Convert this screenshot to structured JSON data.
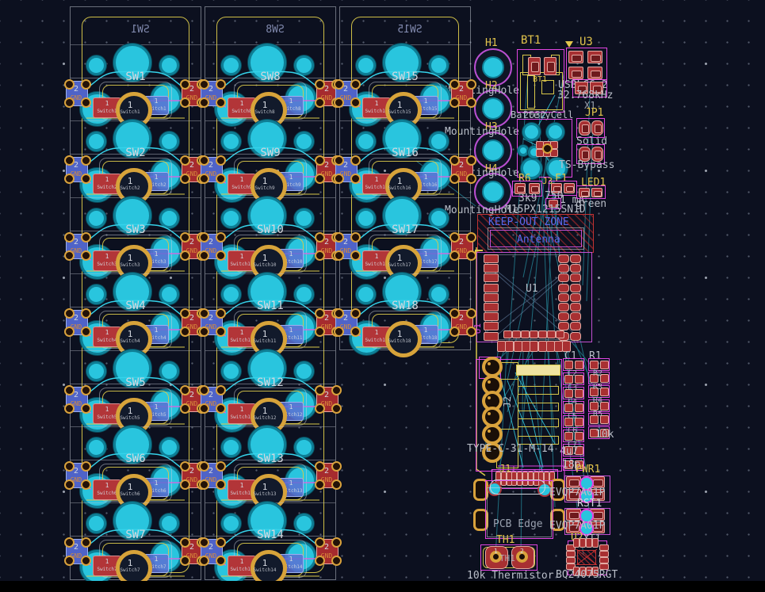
{
  "editor": {
    "background": "#0c101f",
    "grid_dot": "#525a6a",
    "accent_copper_front": "#b23538",
    "accent_copper_back": "#4f63c8",
    "silk_yellow": "#e3c54c",
    "magenta": "#e145e1",
    "cyan_pad": "#29c5de",
    "ratsnest": "#237b8d"
  },
  "switch_pad": {
    "number": "2",
    "net": "GND",
    "center_pin": "1"
  },
  "columns": [
    {
      "mirror_label": "SW1",
      "switches": [
        {
          "ref": "SW1",
          "num": "1",
          "value": "Switch1"
        },
        {
          "ref": "SW2",
          "num": "1",
          "value": "Switch2"
        },
        {
          "ref": "SW3",
          "num": "1",
          "value": "Switch3"
        },
        {
          "ref": "SW4",
          "num": "1",
          "value": "Switch4"
        },
        {
          "ref": "SW5",
          "num": "1",
          "value": "Switch5"
        },
        {
          "ref": "SW6",
          "num": "1",
          "value": "Switch6"
        },
        {
          "ref": "SW7",
          "num": "1",
          "value": "Switch7"
        }
      ]
    },
    {
      "mirror_label": "SW8",
      "switches": [
        {
          "ref": "SW8",
          "num": "1",
          "value": "Switch8"
        },
        {
          "ref": "SW9",
          "num": "1",
          "value": "Switch9"
        },
        {
          "ref": "SW10",
          "num": "1",
          "value": "Switch10"
        },
        {
          "ref": "SW11",
          "num": "1",
          "value": "Switch11"
        },
        {
          "ref": "SW12",
          "num": "1",
          "value": "Switch12"
        },
        {
          "ref": "SW13",
          "num": "1",
          "value": "Switch13"
        },
        {
          "ref": "SW14",
          "num": "1",
          "value": "Switch14"
        }
      ]
    },
    {
      "mirror_label": "SW15",
      "switches": [
        {
          "ref": "SW15",
          "num": "1",
          "value": "Switch15"
        },
        {
          "ref": "SW16",
          "num": "1",
          "value": "Switch16"
        },
        {
          "ref": "SW17",
          "num": "1",
          "value": "Switch17"
        },
        {
          "ref": "SW18",
          "num": "1",
          "value": "Switch18"
        }
      ]
    }
  ],
  "right": {
    "h1": "H1",
    "h2": "H2",
    "h3": "H3",
    "h4": "H4",
    "mounting_hole": "MountingHole",
    "bt1": "BT1",
    "bt1_inner": "BT1",
    "battery_value": "BatteryCell",
    "battery_value2": "2032",
    "u3": "U3",
    "u3_value": "USBLC6-2",
    "x1": "X1",
    "x1_value": "32.768kHz",
    "jp1": "JP1",
    "jp1_value": "Solid",
    "jp2_value": "TS-Bypass",
    "r6": "R6",
    "r6_value": "3k9",
    "j3": "J3",
    "f1": "F1",
    "f1_value": "750",
    "f1_value2": "1 mA",
    "led1": "LED1",
    "led1_value": "green",
    "antenna_value": "M15PX1215SN1D",
    "keepout_label": "KEEP-OUT ZONE",
    "antenna_label": "Antenna",
    "u1": "U1",
    "u1_side": "U1",
    "c1": "C1",
    "r1": "R1",
    "c_refs": [
      "C2",
      "C3",
      "C4",
      "C5",
      "C6",
      "C7"
    ],
    "r_refs": [
      "R2",
      "R3",
      "R4",
      "R5"
    ],
    "r_value": "10k",
    "c_value_a": "4u7",
    "c_value_b": "18p",
    "j2": "J2",
    "j2_value": "TYPE-C-31-M-14",
    "j1": "J1",
    "pcb_edge": "PCB Edge",
    "th1": "TH1",
    "th1_fab": "TH1",
    "th1_pad1": "1",
    "th1_pad2": "2",
    "th1_value": "10k Thermistor",
    "pwr1": "PWR1",
    "rst1": "RST1",
    "button_value": "EVQP7A01P",
    "u2": "U2",
    "u2_fab": "XT1",
    "u2_value": "BQ24075RGT"
  }
}
